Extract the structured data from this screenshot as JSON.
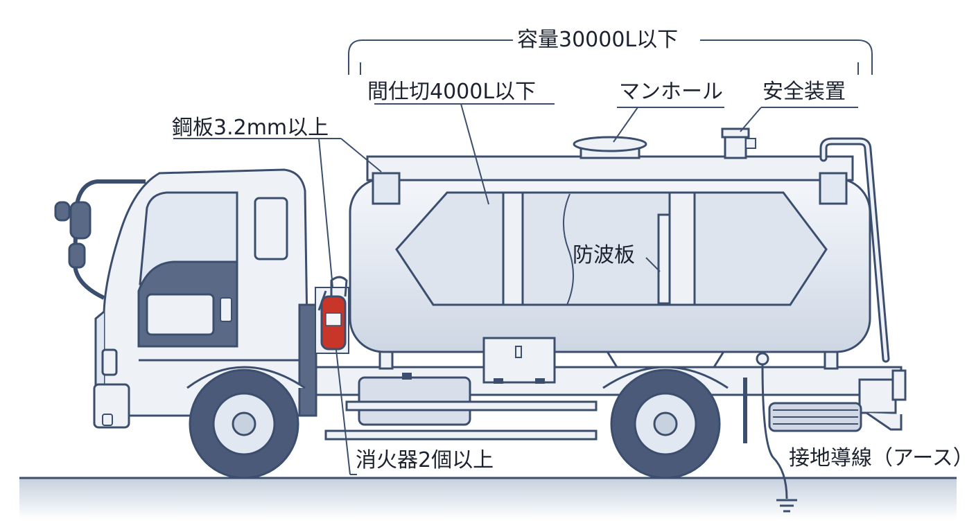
{
  "labels": {
    "capacity": "容量30000L以下",
    "partition": "間仕切4000L以下",
    "manhole": "マンホール",
    "safety_device": "安全装置",
    "steel_plate": "鋼板3.2mm以上",
    "baffle": "防波板",
    "extinguisher": "消火器2個以上",
    "grounding": "接地導線（アース）"
  },
  "colors": {
    "outline": "#3c4e6e",
    "tank_fill": "#e6ebf3",
    "body_fill": "#eef1f6",
    "dark_fill": "#5a6a86",
    "tire_fill": "#4a5a78",
    "extinguisher": "#c8362a",
    "ground": "#d5dde8"
  }
}
